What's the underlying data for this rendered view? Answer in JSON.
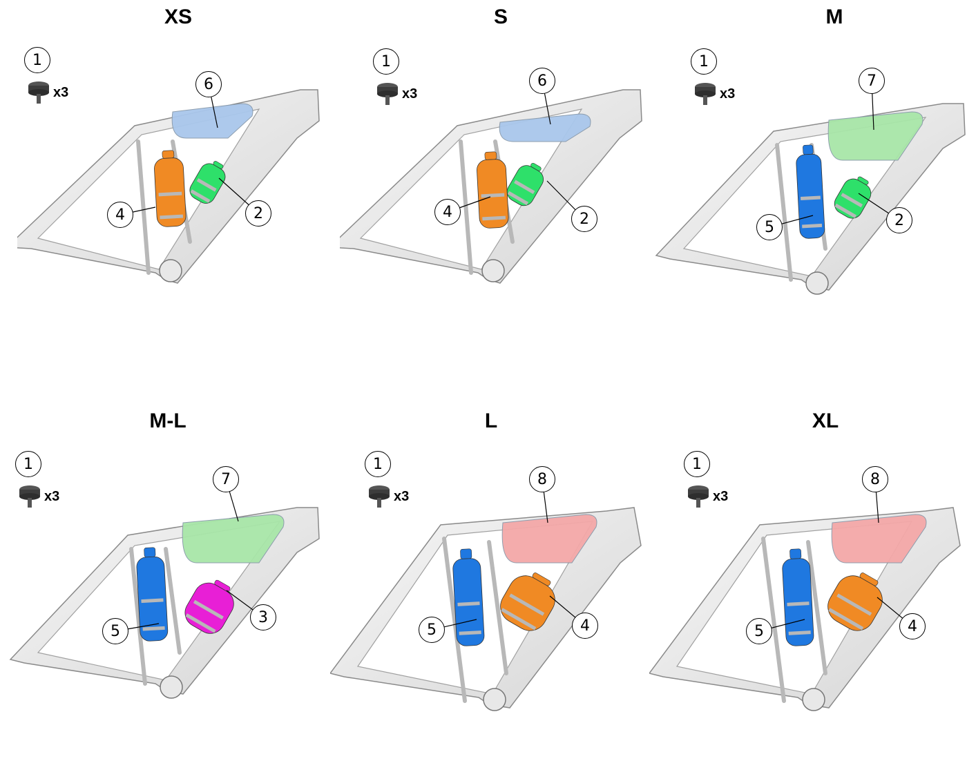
{
  "panels": [
    {
      "size": "XS",
      "knob_count": "x3",
      "bag": {
        "num": "6",
        "color": "#a9c7ec"
      },
      "front": {
        "num": "4",
        "color": "#f08a24"
      },
      "rear": {
        "num": "2",
        "color": "#2ee06a"
      }
    },
    {
      "size": "S",
      "knob_count": "x3",
      "bag": {
        "num": "6",
        "color": "#a9c7ec"
      },
      "front": {
        "num": "4",
        "color": "#f08a24"
      },
      "rear": {
        "num": "2",
        "color": "#2ee06a"
      }
    },
    {
      "size": "M",
      "knob_count": "x3",
      "bag": {
        "num": "7",
        "color": "#a8e6a8"
      },
      "front": {
        "num": "5",
        "color": "#1f78e0"
      },
      "rear": {
        "num": "2",
        "color": "#2ee06a"
      }
    },
    {
      "size": "M-L",
      "knob_count": "x3",
      "bag": {
        "num": "7",
        "color": "#a8e6a8"
      },
      "front": {
        "num": "5",
        "color": "#1f78e0"
      },
      "rear": {
        "num": "3",
        "color": "#e81fd6"
      }
    },
    {
      "size": "L",
      "knob_count": "x3",
      "bag": {
        "num": "8",
        "color": "#f4a8a8"
      },
      "front": {
        "num": "5",
        "color": "#1f78e0"
      },
      "rear": {
        "num": "4",
        "color": "#f08a24"
      }
    },
    {
      "size": "XL",
      "knob_count": "x3",
      "bag": {
        "num": "8",
        "color": "#f4a8a8"
      },
      "front": {
        "num": "5",
        "color": "#1f78e0"
      },
      "rear": {
        "num": "4",
        "color": "#f08a24"
      }
    }
  ],
  "knob_callout": "1"
}
